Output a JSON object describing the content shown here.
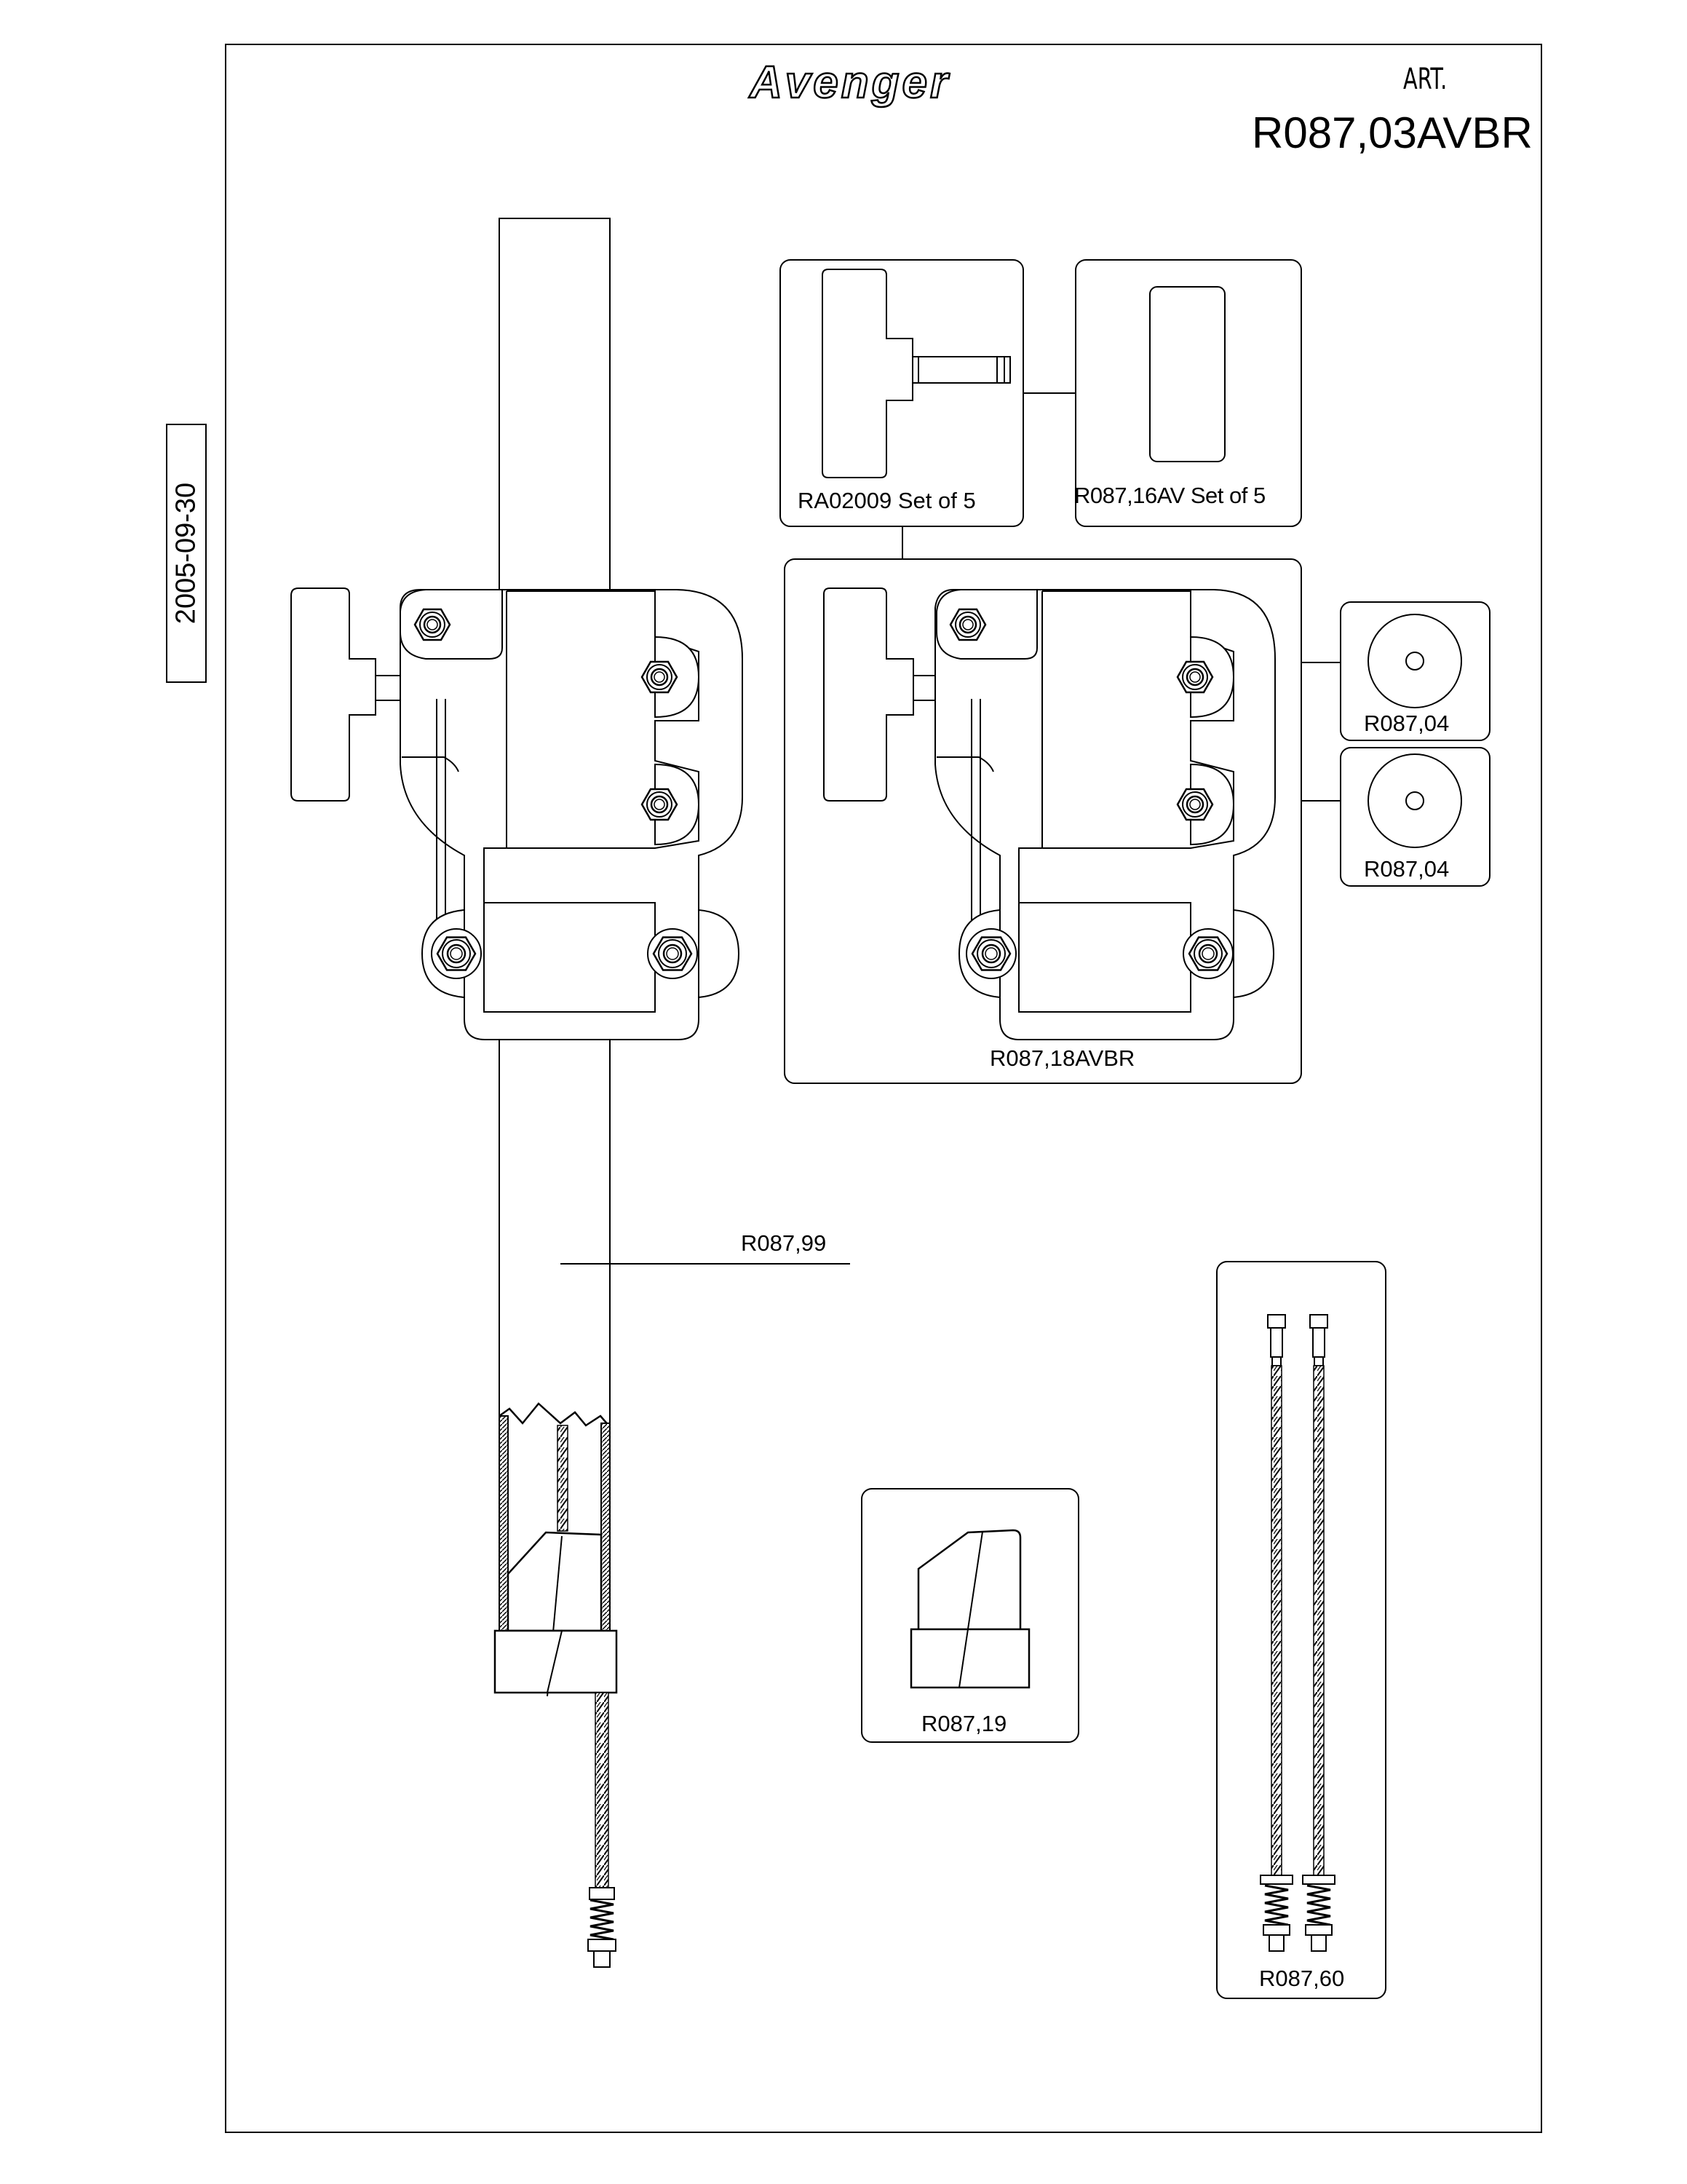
{
  "header": {
    "brand": "Avenger",
    "art_label": "ART.",
    "art_number": "R087,03AVBR"
  },
  "date": "2005-09-30",
  "parts": {
    "knob_set": "RA02009 Set of 5",
    "pad_set": "R087,16AV Set of 5",
    "bracket": "R087,18AVBR",
    "washer_1": "R087,04",
    "washer_2": "R087,04",
    "column": "R087,99",
    "end_cap": "R087,19",
    "cables": "R087,60"
  }
}
